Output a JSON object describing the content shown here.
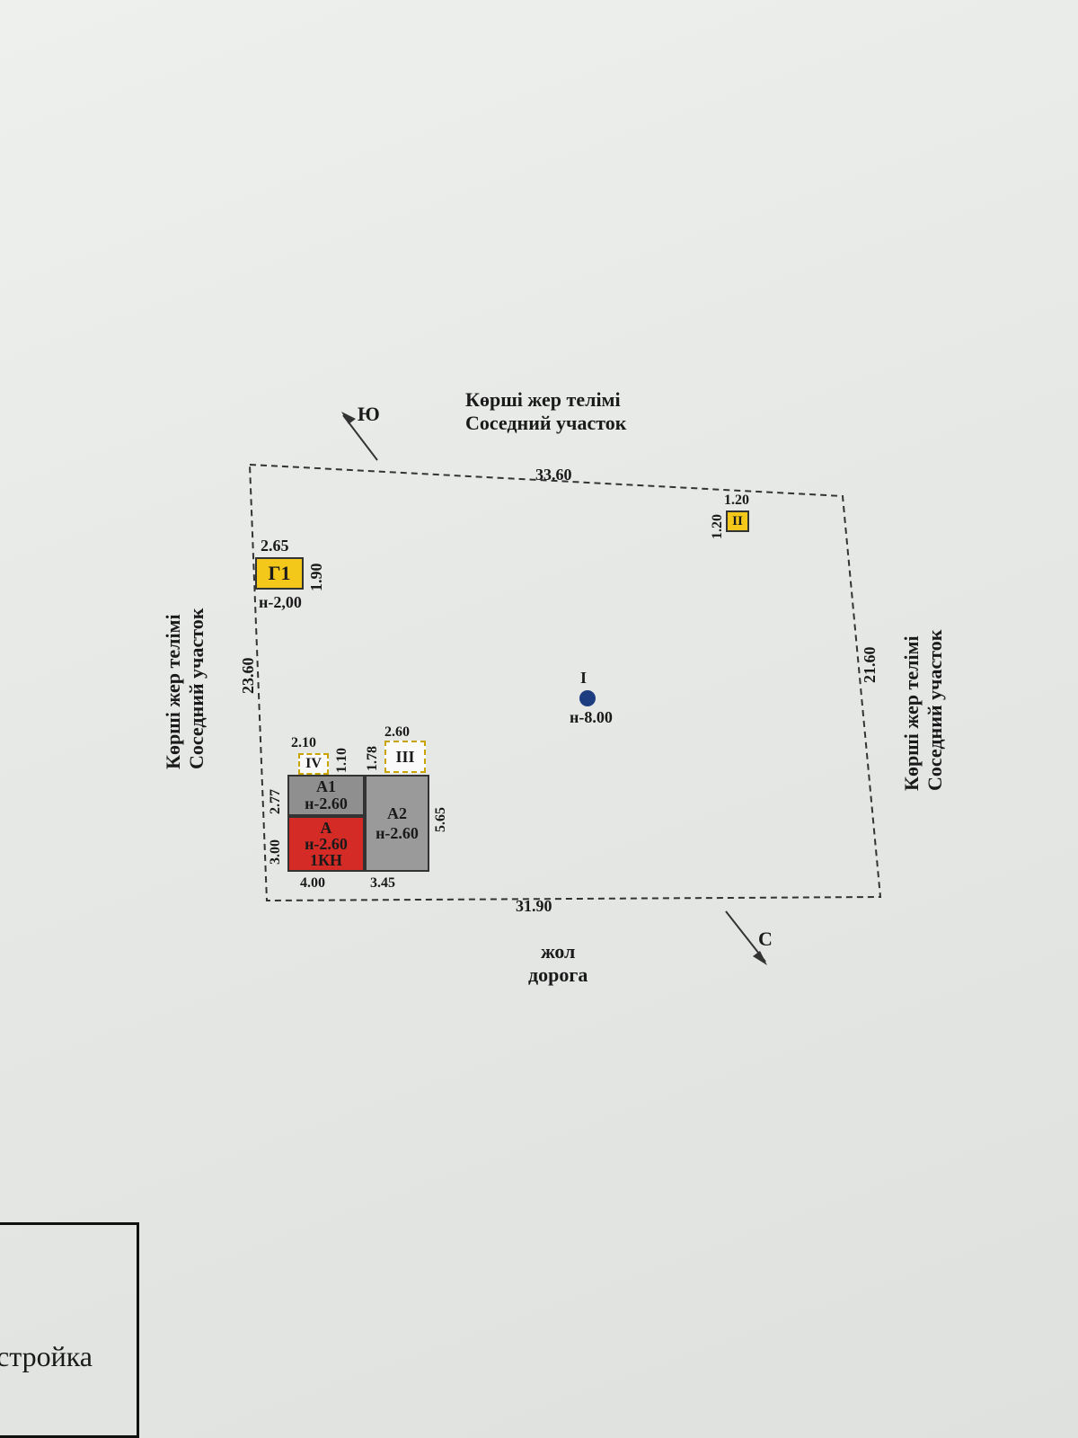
{
  "neighbors": {
    "top": {
      "kz": "Көрші жер телімі",
      "ru": "Соседний  участок"
    },
    "left": {
      "kz": "Көрші жер телімі",
      "ru": "Соседний  участок"
    },
    "right": {
      "kz": "Көрші жер телімі",
      "ru": "Соседний  участок"
    }
  },
  "road": {
    "kz": "жол",
    "ru": "дорога"
  },
  "compass": {
    "south": "Ю",
    "north": "С"
  },
  "plot_dims": {
    "top": "33.60",
    "bottom": "31.90",
    "left": "23.60",
    "right": "21.60"
  },
  "buildings": {
    "G1": {
      "label": "Г1",
      "w": "2.65",
      "h": "1.90",
      "height": "н-2,00"
    },
    "toilet": {
      "label": "II",
      "w": "1.20",
      "h": "1.20"
    },
    "IV": {
      "label": "IV",
      "w": "2.10",
      "h": "1.10"
    },
    "III": {
      "label": "III",
      "w": "2.60",
      "h": "1.78"
    },
    "A1": {
      "label": "А1",
      "height": "н-2.60"
    },
    "A": {
      "label": "А",
      "height": "н-2.60",
      "floors": "1КН"
    },
    "A2": {
      "label": "А2",
      "height": "н-2.60"
    },
    "house_dims": {
      "a1_side": "2.77",
      "a_side": "3.00",
      "a_width": "4.00",
      "a2_width": "3.45",
      "a2_side": "5.65"
    }
  },
  "well": {
    "label": "I",
    "height": "н-8.00"
  },
  "legend": {
    "text": "стройка"
  },
  "colors": {
    "yellow": "#f3c81a",
    "red": "#d42b26",
    "gray": "#8f8f8f",
    "well": "#1c3d80"
  }
}
